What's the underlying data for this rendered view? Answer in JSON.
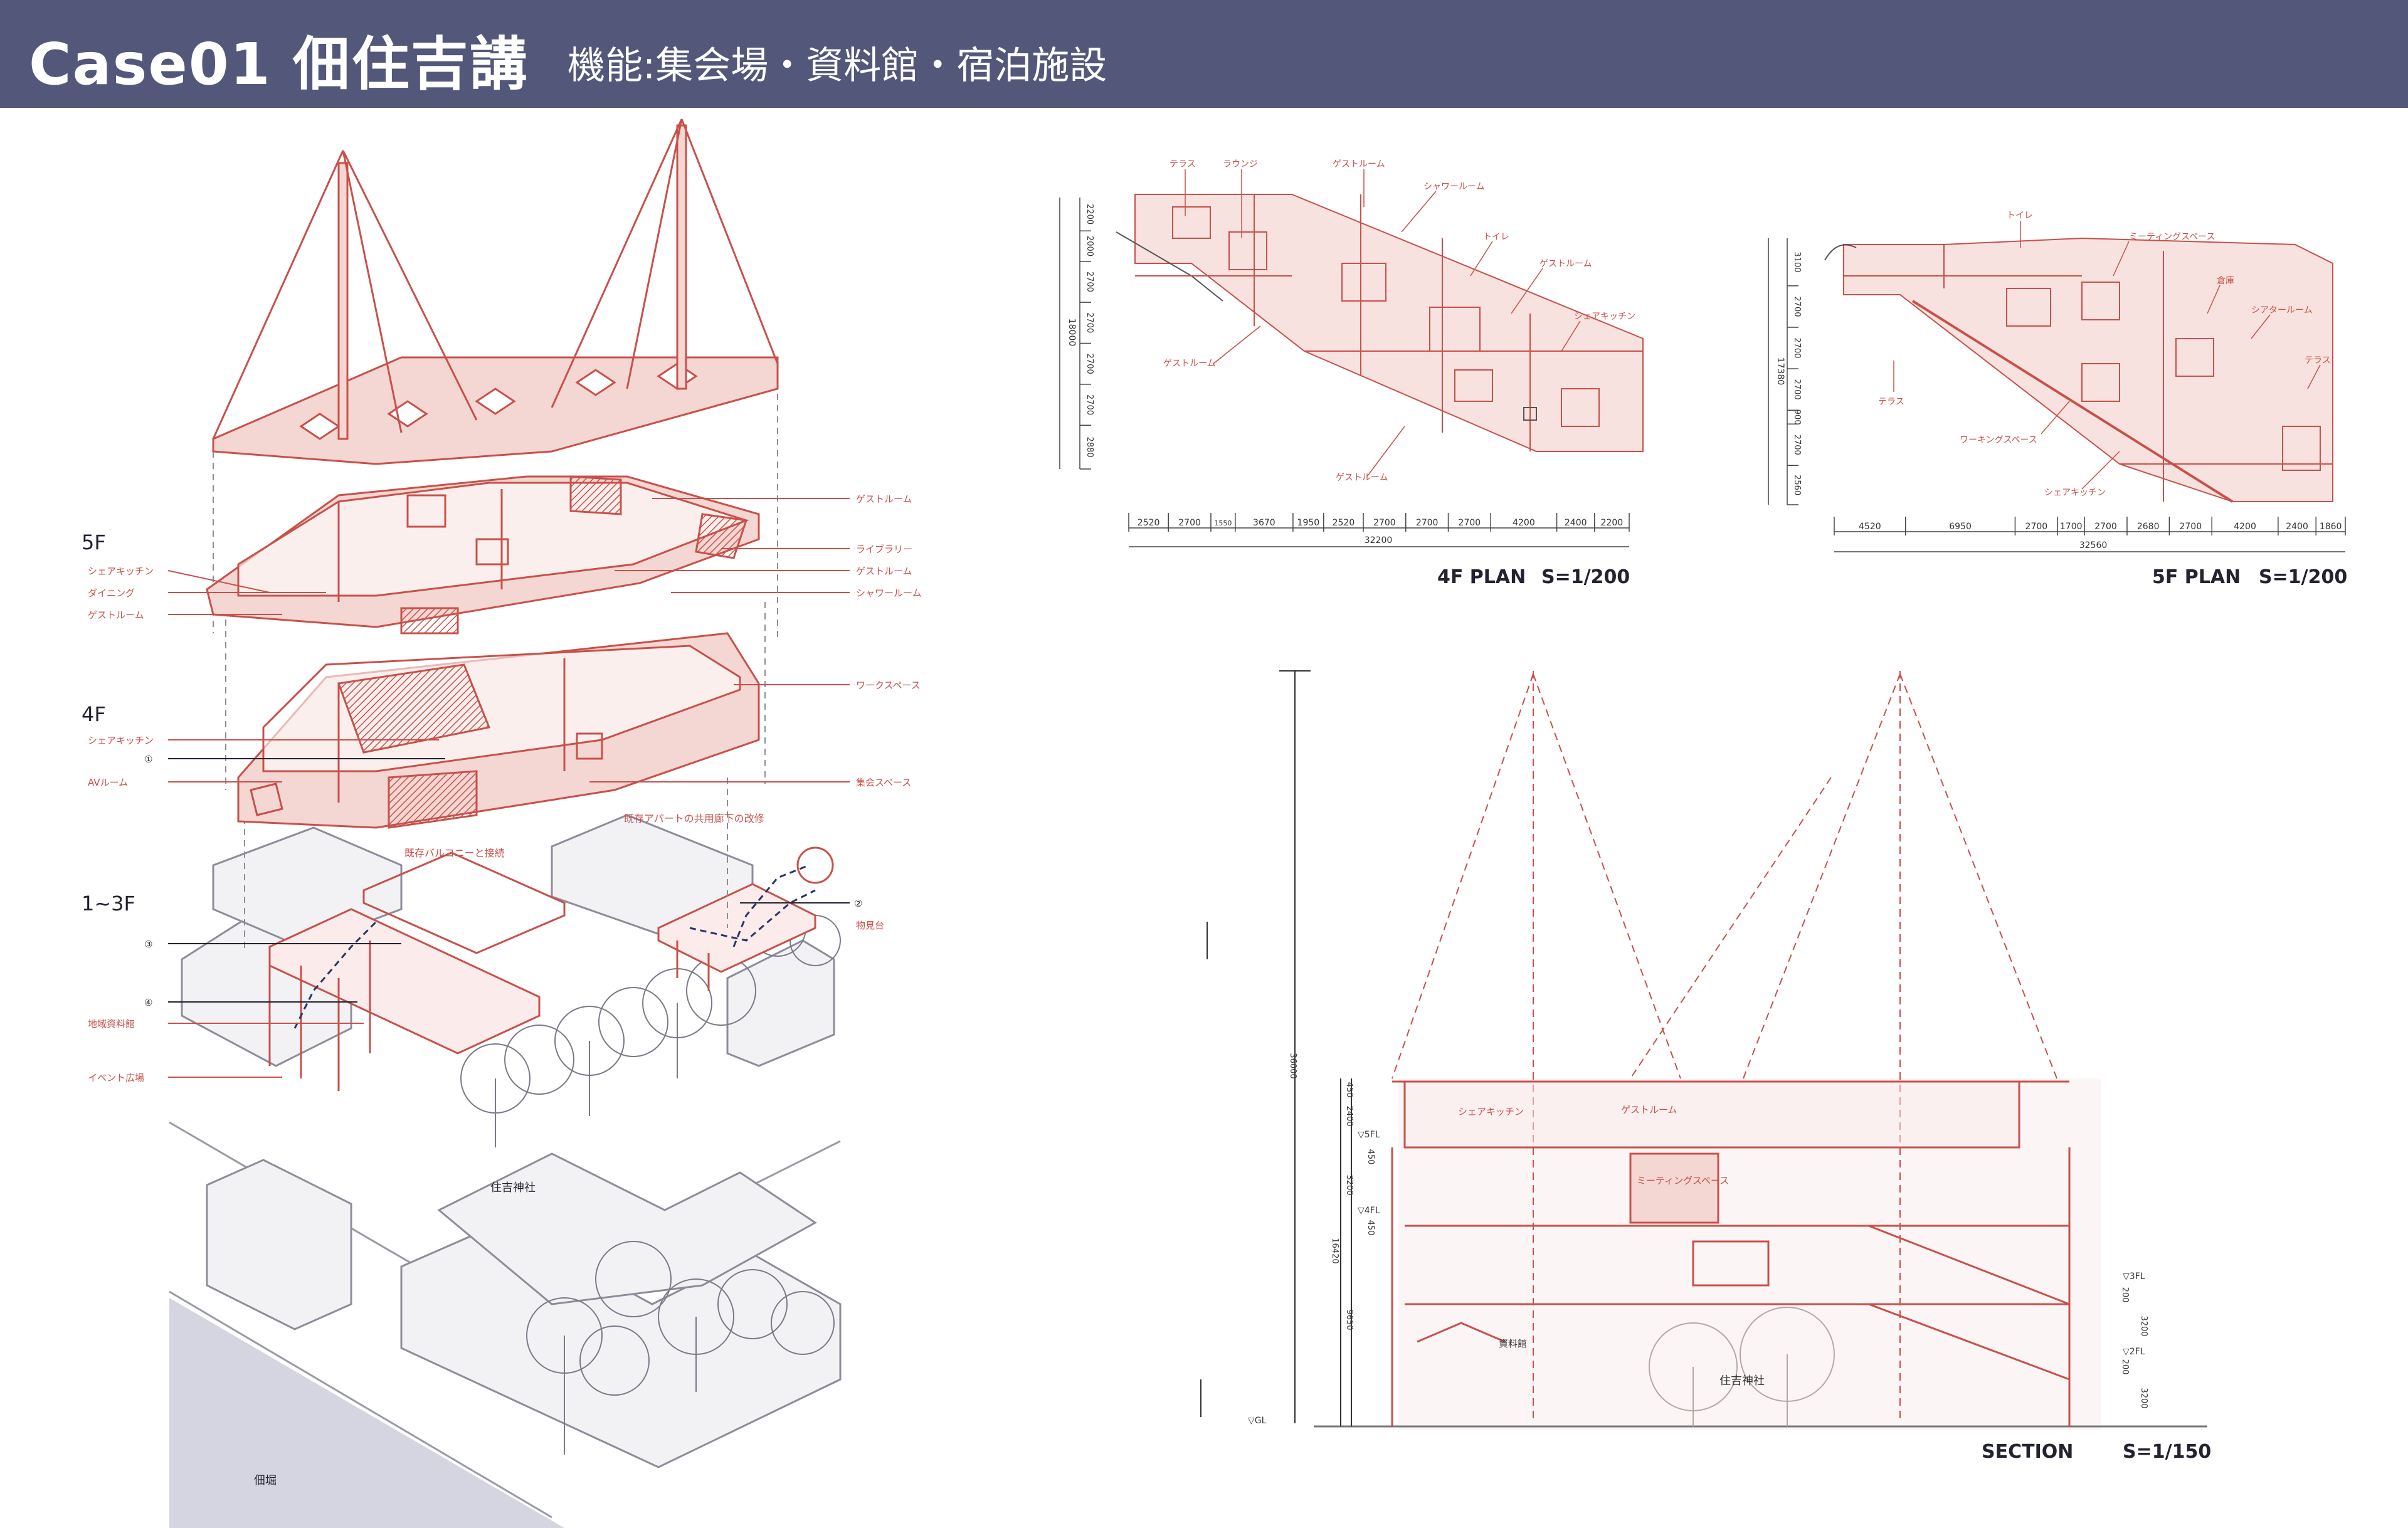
{
  "header": {
    "title": "Case01 佃住吉講",
    "subtitle": "機能:集会場・資料館・宿泊施設"
  },
  "colors": {
    "header_bg": "#53587a",
    "accent": "#c9504a",
    "fill": "#f4d6d2",
    "gray": "#9a9aa6",
    "navy": "#2a3566"
  },
  "axo": {
    "floors": {
      "f5": "5F",
      "f4": "4F",
      "f13": "1~3F"
    },
    "left_labels": {
      "f5_kitchen": "シェアキッチン",
      "f5_dining": "ダイニング",
      "f5_guest": "ゲストルーム",
      "f4_kitchen": "シェアキッチン",
      "f4_circle1": "①",
      "f4_av": "AVルーム",
      "f13_circle3": "③",
      "f13_circle4": "④",
      "f13_archive": "地域資料館",
      "f13_event": "イベント広場"
    },
    "right_labels": {
      "guest_top": "ゲストルーム",
      "library": "ライブラリー",
      "guest_mid": "ゲストルーム",
      "shower": "シャワールーム",
      "workspace": "ワークスペース",
      "assembly": "集会スペース",
      "circle2": "②",
      "viewing": "物見台"
    },
    "notes": {
      "balcony": "既存バルコニーと接続",
      "corridor": "既存アパートの共用廊下の改修"
    },
    "places": {
      "shrine": "住吉神社",
      "canal": "佃堀"
    }
  },
  "plan4": {
    "caption_label": "4F PLAN",
    "caption_scale": "S=1/200",
    "labels": {
      "terrace": "テラス",
      "lounge": "ラウンジ",
      "guest1": "ゲストルーム",
      "shower": "シャワールーム",
      "toilet": "トイレ",
      "guest2": "ゲストルーム",
      "kitchen": "シェアキッチン",
      "guest3": "ゲストルーム",
      "guest4": "ゲストルーム"
    },
    "dims_bottom": [
      "2520",
      "2700",
      "1550",
      "3670",
      "1950",
      "2520",
      "2700",
      "2700",
      "2700",
      "4200",
      "2400",
      "2200"
    ],
    "dim_total": "32200",
    "dims_left": [
      "2200",
      "2000",
      "2700",
      "2700",
      "2700",
      "2700",
      "2880"
    ],
    "dim_left_total": "18000"
  },
  "plan5": {
    "caption_label": "5F PLAN",
    "caption_scale": "S=1/200",
    "labels": {
      "toilet": "トイレ",
      "meeting": "ミーティングスペース",
      "storage": "倉庫",
      "theater": "シアタールーム",
      "terrace_r": "テラス",
      "terrace_l": "テラス",
      "working": "ワーキングスペース",
      "kitchen": "シェアキッチン"
    },
    "dims_bottom": [
      "4520",
      "6950",
      "2700",
      "1700",
      "2700",
      "2680",
      "2700",
      "4200",
      "2400",
      "1860"
    ],
    "dim_total": "32560",
    "dims_left": [
      "3100",
      "2700",
      "2700",
      "2700",
      "900",
      "2700",
      "2560"
    ],
    "dim_left_total": "17380"
  },
  "section": {
    "caption_label": "SECTION",
    "caption_scale": "S=1/150",
    "labels": {
      "kitchen": "シェアキッチン",
      "guest": "ゲストルーム",
      "meeting": "ミーティングスペース",
      "archive": "資料館",
      "shrine": "住吉神社"
    },
    "levels": {
      "l5": "▽5FL",
      "l4": "▽4FL",
      "l3": "▽3FL",
      "l2": "▽2FL",
      "gl": "▽GL"
    },
    "dims": {
      "d450a": "450",
      "d2400": "2400",
      "d450b": "450",
      "d3200": "3200",
      "d450c": "450",
      "total": "36000",
      "d16420": "16420",
      "d9650": "9650",
      "r200a": "200",
      "r3200a": "3200",
      "r200b": "200",
      "r3200b": "3200"
    }
  }
}
